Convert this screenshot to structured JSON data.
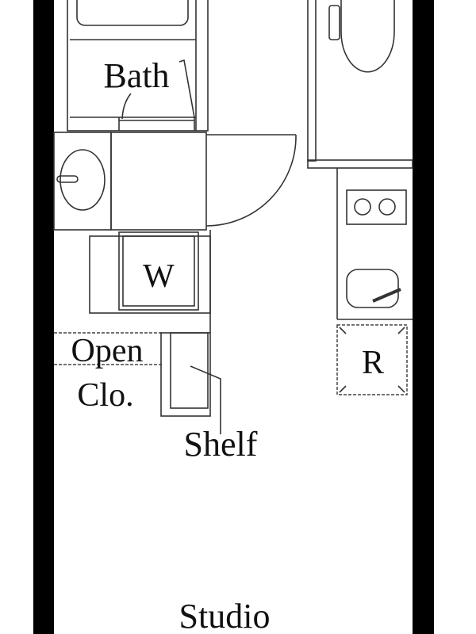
{
  "floorplan": {
    "rooms": {
      "bath": "Bath",
      "washer": "W",
      "open_closet_line1": "Open",
      "open_closet_line2": "Clo.",
      "shelf": "Shelf",
      "refrigerator": "R",
      "studio": "Studio"
    },
    "colors": {
      "wall": "#000000",
      "line": "#333333",
      "background": "#ffffff"
    }
  }
}
